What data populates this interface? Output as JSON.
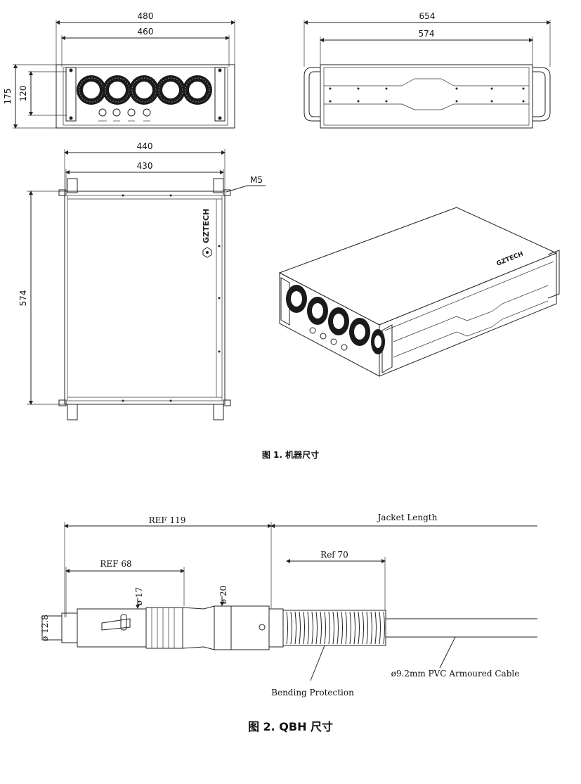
{
  "figure1": {
    "front_view": {
      "overall_width": "480",
      "mount_width": "460",
      "overall_height": "175",
      "mount_height": "120"
    },
    "side_view": {
      "overall_length": "654",
      "body_length": "574"
    },
    "top_view": {
      "overall_width": "440",
      "body_width": "430",
      "depth": "574",
      "screw_label": "M5",
      "brand": "GZTECH"
    },
    "iso_view": {
      "brand": "GZTECH"
    },
    "caption": "图 1. 机器尺寸"
  },
  "figure2": {
    "ref_119": "REF 119",
    "ref_68": "REF 68",
    "ref_70": "Ref 70",
    "jacket_length": "Jacket  Length",
    "dia_17": "ø 17",
    "dia_20": "ø 20",
    "dia_12_8": "ø 12.8",
    "cable_label": "ø9.2mm PVC Armoured Cable",
    "bending_label": "Bending Protection",
    "caption": "图 2. QBH 尺寸"
  }
}
